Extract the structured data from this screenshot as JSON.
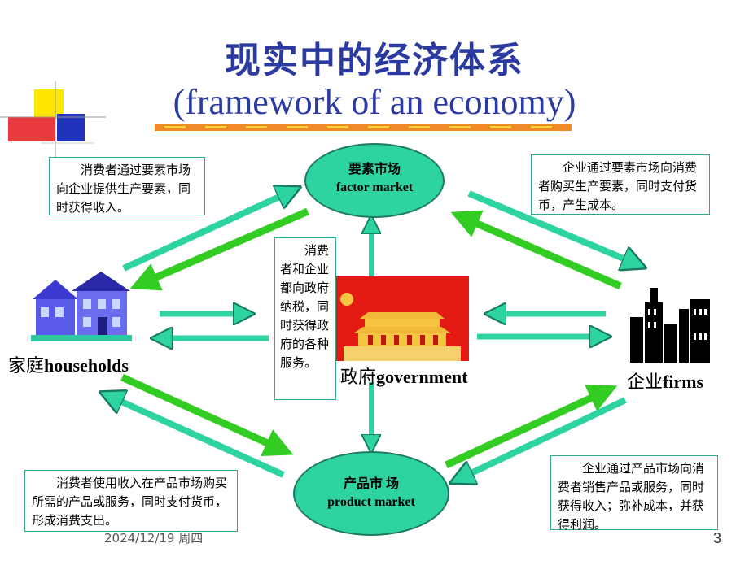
{
  "title": {
    "cn": "现实中的经济体系",
    "en": "(framework of an economy)"
  },
  "nodes": {
    "factor_market": {
      "cn": "要素市场",
      "en": "factor market"
    },
    "product_market": {
      "cn": "产品市 场",
      "en": "product market"
    },
    "households": {
      "cn": "家庭",
      "en": "households"
    },
    "firms": {
      "cn": "企业",
      "en": "firms"
    },
    "government": {
      "cn": "政府",
      "en": "government"
    }
  },
  "notes": {
    "top_left": "消费者通过要素市场向企业提供生产要素，同时获得收入。",
    "top_right": "企业通过要素市场向消费者购买生产要素，同时支付货币，产生成本。",
    "center": "消费者和企业都向政府纳税，同时获得政府的各种服务。",
    "bottom_left": "消费者使用收入在产品市场购买所需的产品或服务，同时支付货币，形成消费支出。",
    "bottom_right": "企业通过产品市场向消费者销售产品或服务，同时获得收入；弥补成本，并获得利润。"
  },
  "footer": {
    "date": "2024/12/19 周四",
    "page": "3"
  },
  "colors": {
    "title": "#2a3aa0",
    "ellipse": "#2ed3a2",
    "arrow_teal": "#2ed3a2",
    "arrow_green": "#33cc22",
    "government_bg": "#e21a12"
  }
}
